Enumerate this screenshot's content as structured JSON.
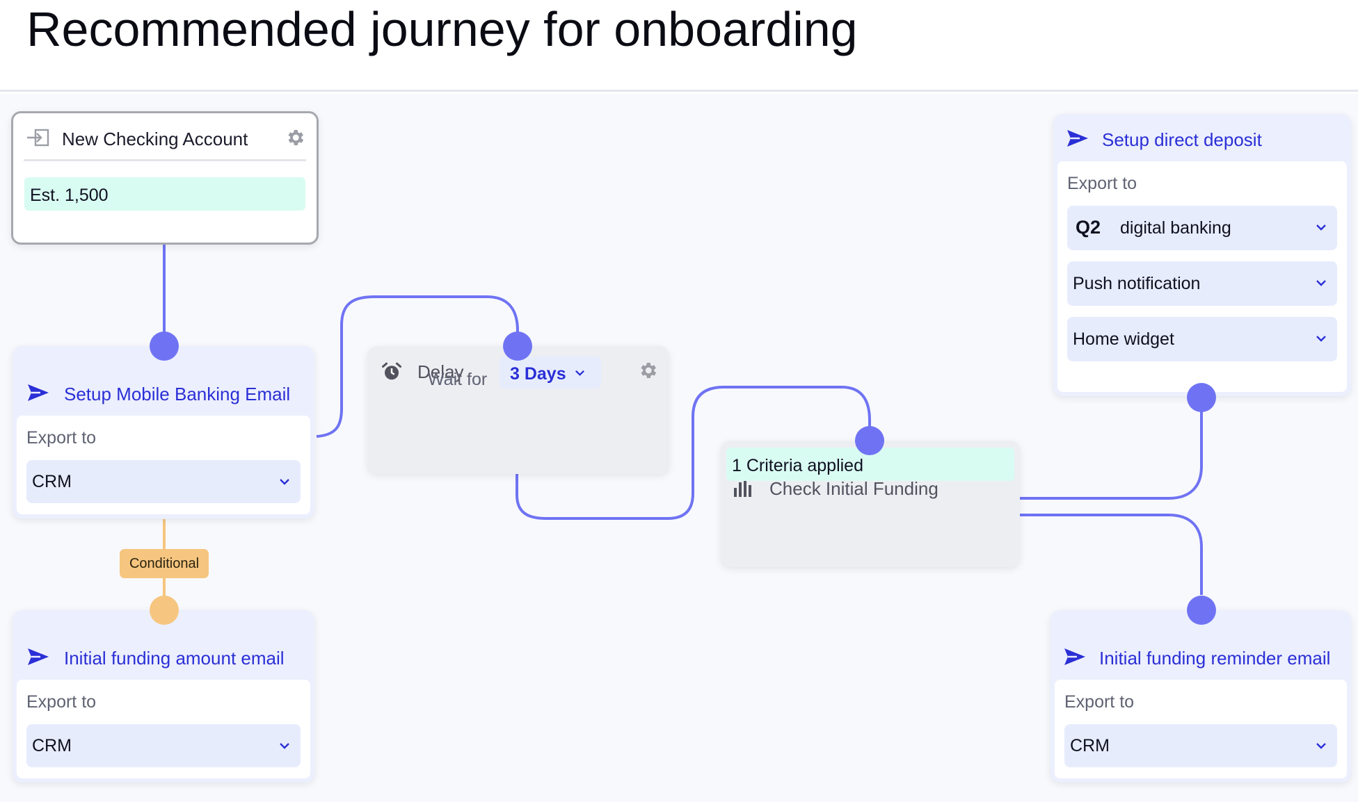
{
  "page": {
    "title": "Recommended journey for onboarding"
  },
  "colors": {
    "accent": "#2a2fd6",
    "port": "#6f73f3",
    "conditional": "#f6c57f",
    "mint": "#d9fcf2"
  },
  "trigger": {
    "icon": "enter-icon",
    "title": "New Checking Account",
    "settings_icon": "gear-icon",
    "estimate": "Est. 1,500"
  },
  "mobile_banking_email": {
    "icon": "send-icon",
    "title": "Setup Mobile Banking Email",
    "export_label": "Export to",
    "export_value": "CRM"
  },
  "conditional_badge": {
    "label": "Conditional"
  },
  "initial_funding_amount_email": {
    "icon": "send-icon",
    "title": "Initial funding amount email",
    "export_label": "Export to",
    "export_value": "CRM"
  },
  "delay": {
    "icon": "alarm-clock-icon",
    "title": "Delay",
    "settings_icon": "gear-icon",
    "wait_label": "Wait for",
    "wait_value": "3 Days"
  },
  "check_funding": {
    "icon": "bar-chart-icon",
    "title": "Check Initial Funding",
    "criteria": "1 Criteria applied"
  },
  "direct_deposit": {
    "icon": "send-icon",
    "title": "Setup direct deposit",
    "export_label": "Export to",
    "options": [
      {
        "logo": "Q2",
        "value": "digital banking"
      },
      {
        "value": "Push notification"
      },
      {
        "value": "Home widget"
      }
    ]
  },
  "funding_reminder_email": {
    "icon": "send-icon",
    "title": "Initial funding reminder email",
    "export_label": "Export to",
    "export_value": "CRM"
  }
}
